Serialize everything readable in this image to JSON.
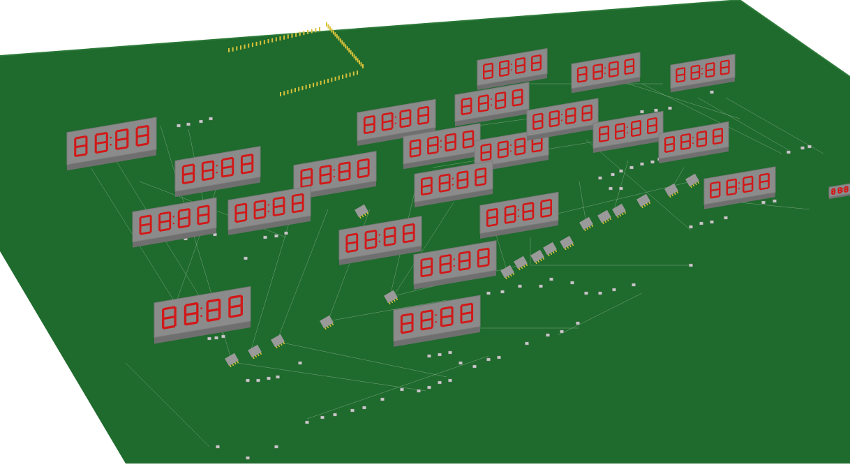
{
  "scene": {
    "title": "",
    "background_color": "#ffffff",
    "board_color": "#1f6a2d",
    "board_edge_color": "#175a24",
    "display_body_color": "#8b8b8b",
    "display_segment_color": "#d21818",
    "display_digits": "8888",
    "header_pin_color": "#d8c23a",
    "ic_body_color": "#9a9a9a",
    "ratsnest_color": "#c7d8c9"
  },
  "board": {
    "component_count_displays": 21,
    "component_types": [
      "seven-segment-display-4digit",
      "ic-chip",
      "passive-component",
      "pin-header",
      "ratsnest-line"
    ]
  }
}
